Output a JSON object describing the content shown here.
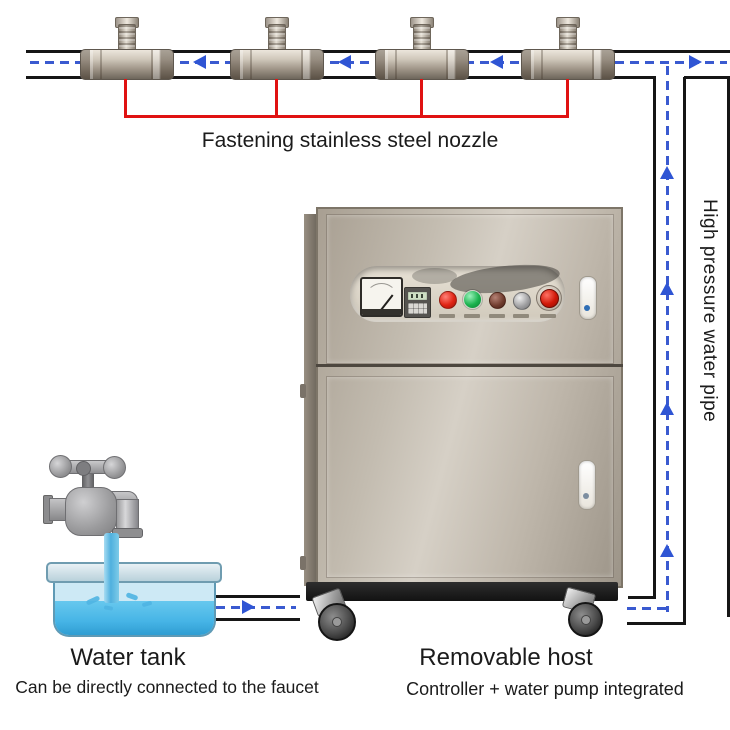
{
  "labels": {
    "nozzle_callout": "Fastening stainless steel nozzle",
    "riser_pipe": "High pressure water pipe",
    "tank_title": "Water tank",
    "tank_subtitle": "Can be directly connected to the faucet",
    "host_title": "Removable host",
    "host_subtitle": "Controller + water pump integrated"
  },
  "system": {
    "nozzle_count": 4,
    "flow_directions": {
      "top_pipe": "left",
      "riser_pipe": "up",
      "tank_to_host": "right",
      "junction_branch": "right"
    },
    "colors": {
      "flow_dash_blue": "#3a5ad0",
      "callout_red": "#e01212",
      "pipe_black": "#161616",
      "water_blue": "#4fbce8",
      "cabinet_steel": "#bdb5a9"
    }
  }
}
